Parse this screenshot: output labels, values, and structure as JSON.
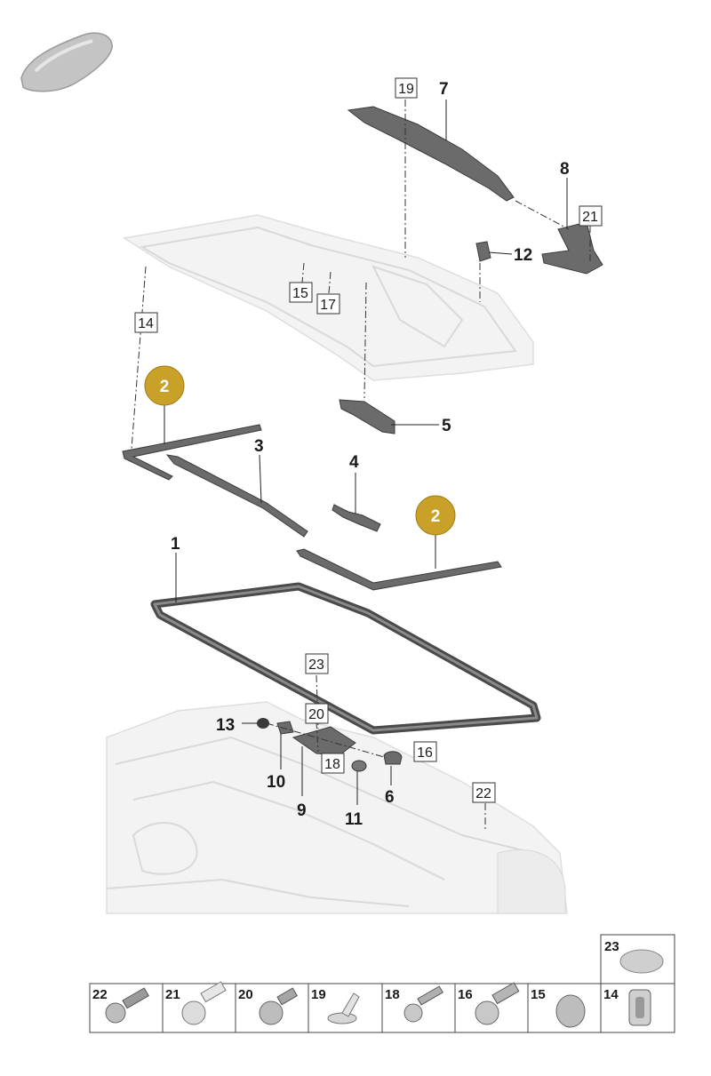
{
  "labels": {
    "l1": "1",
    "l2a": "2",
    "l2b": "2",
    "l3": "3",
    "l4": "4",
    "l5": "5",
    "l6": "6",
    "l7": "7",
    "l8": "8",
    "l9": "9",
    "l10": "10",
    "l11": "11",
    "l12": "12",
    "l13": "13"
  },
  "boxed_labels": {
    "b14": "14",
    "b15": "15",
    "b16": "16",
    "b17": "17",
    "b18": "18",
    "b19": "19",
    "b20": "20",
    "b21": "21",
    "b22": "22",
    "b23": "23"
  },
  "fastener_table": [
    "22",
    "21",
    "20",
    "19",
    "18",
    "16",
    "15",
    "14"
  ],
  "fastener_extra": "23",
  "colors": {
    "highlight_badge": "#c9a028",
    "part_fill": "#6b6b6b",
    "ghost": "#e8e8e8"
  },
  "icons": {
    "car": "car-silhouette-icon"
  }
}
